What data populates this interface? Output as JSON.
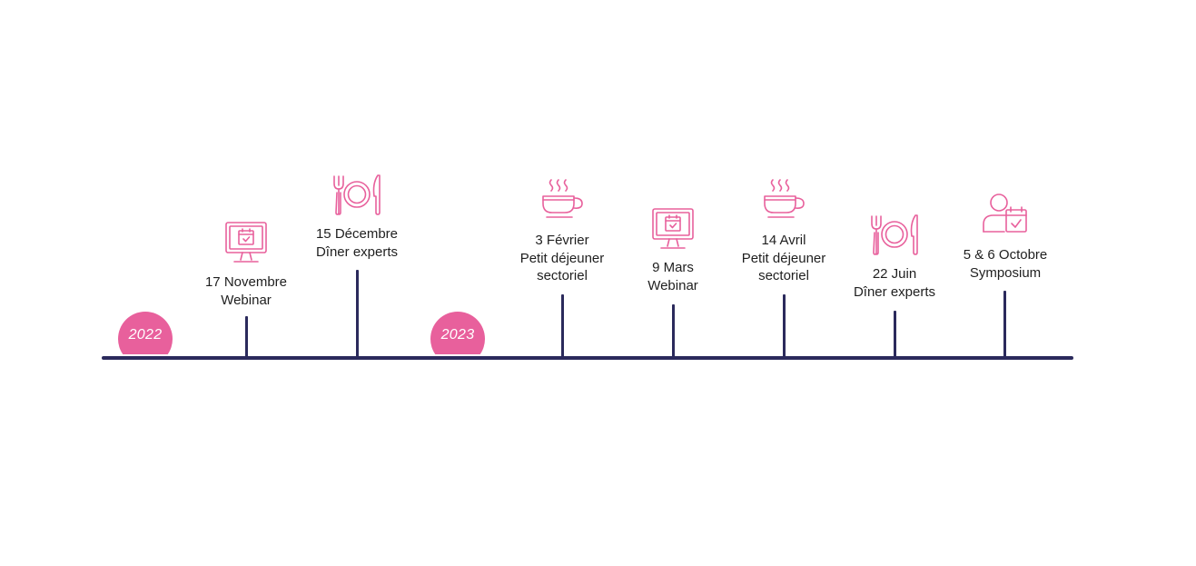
{
  "years": [
    "2022",
    "2023"
  ],
  "events": [
    {
      "date": "17 Novembre",
      "lines": [
        "Webinar"
      ],
      "icon": "monitor-calendar-icon"
    },
    {
      "date": "15 Décembre",
      "lines": [
        "Dîner experts"
      ],
      "icon": "fork-plate-knife-icon"
    },
    {
      "date": "3 Février",
      "lines": [
        "Petit déjeuner",
        "sectoriel"
      ],
      "icon": "coffee-cup-icon"
    },
    {
      "date": "9 Mars",
      "lines": [
        "Webinar"
      ],
      "icon": "monitor-calendar-icon"
    },
    {
      "date": "14 Avril",
      "lines": [
        "Petit déjeuner",
        "sectoriel"
      ],
      "icon": "coffee-cup-icon"
    },
    {
      "date": "22 Juin",
      "lines": [
        "Dîner experts"
      ],
      "icon": "fork-plate-knife-icon"
    },
    {
      "date": "5 & 6 Octobre",
      "lines": [
        "Symposium"
      ],
      "icon": "person-calendar-icon"
    }
  ],
  "colors": {
    "accent": "#e8609c",
    "line": "#2b2a5c",
    "text": "#1f1f1f"
  }
}
